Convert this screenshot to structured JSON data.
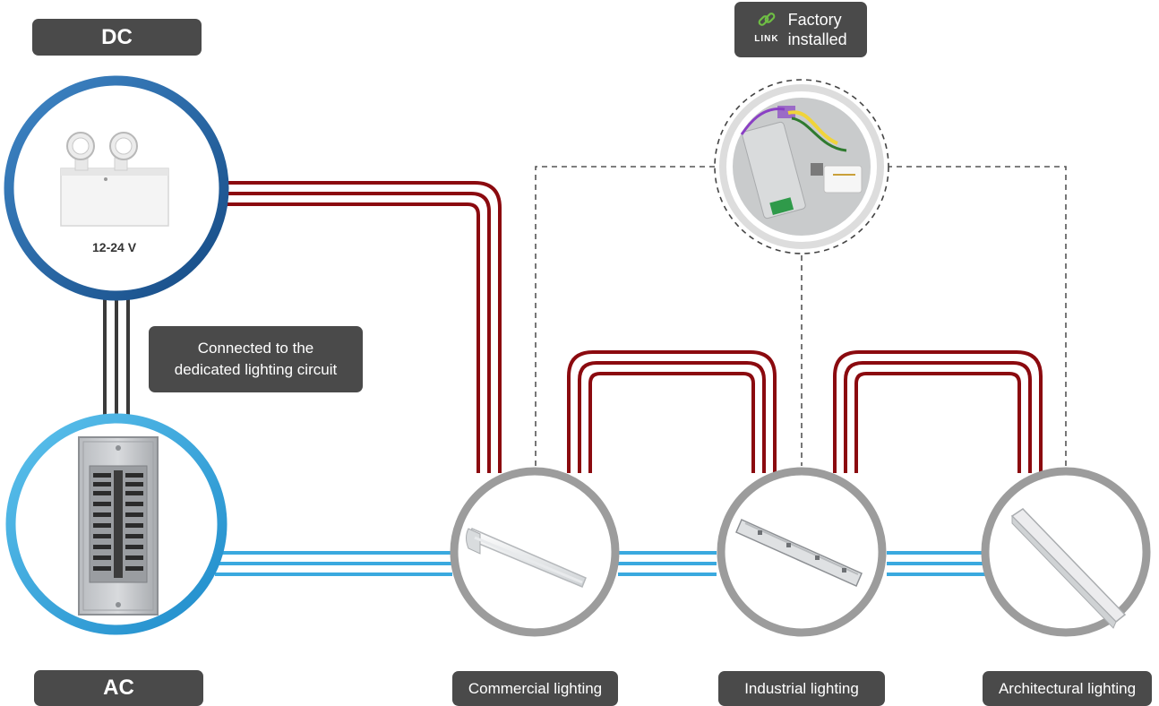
{
  "labels": {
    "dc": "DC",
    "ac": "AC",
    "voltage": "12-24 V",
    "callout_line1": "Connected to the",
    "callout_line2": "dedicated lighting circuit",
    "factory_line1": "Factory",
    "factory_line2": "installed",
    "link_badge": "LINK",
    "commercial": "Commercial lighting",
    "industrial": "Industrial lighting",
    "architectural": "Architectural lighting"
  },
  "icons": {
    "link": "link-chain-icon",
    "emergency_unit": "emergency-light-unit-icon",
    "breaker_panel": "breaker-panel-icon",
    "control_module": "control-module-icon",
    "commercial_fixture": "strip-light-icon",
    "industrial_fixture": "vapor-tight-fixture-icon",
    "architectural_fixture": "linear-fixture-icon"
  },
  "colors": {
    "dc_ring": "#1f5c9a",
    "ac_ring": "#36a6dc",
    "dc_wire": "#8b0a0f",
    "ac_wire": "#3aa9df",
    "connector_wire": "#3a3a3a",
    "fixture_ring": "#9c9c9c",
    "label_bg": "#4a4a4a",
    "link_green": "#6fbf44"
  }
}
